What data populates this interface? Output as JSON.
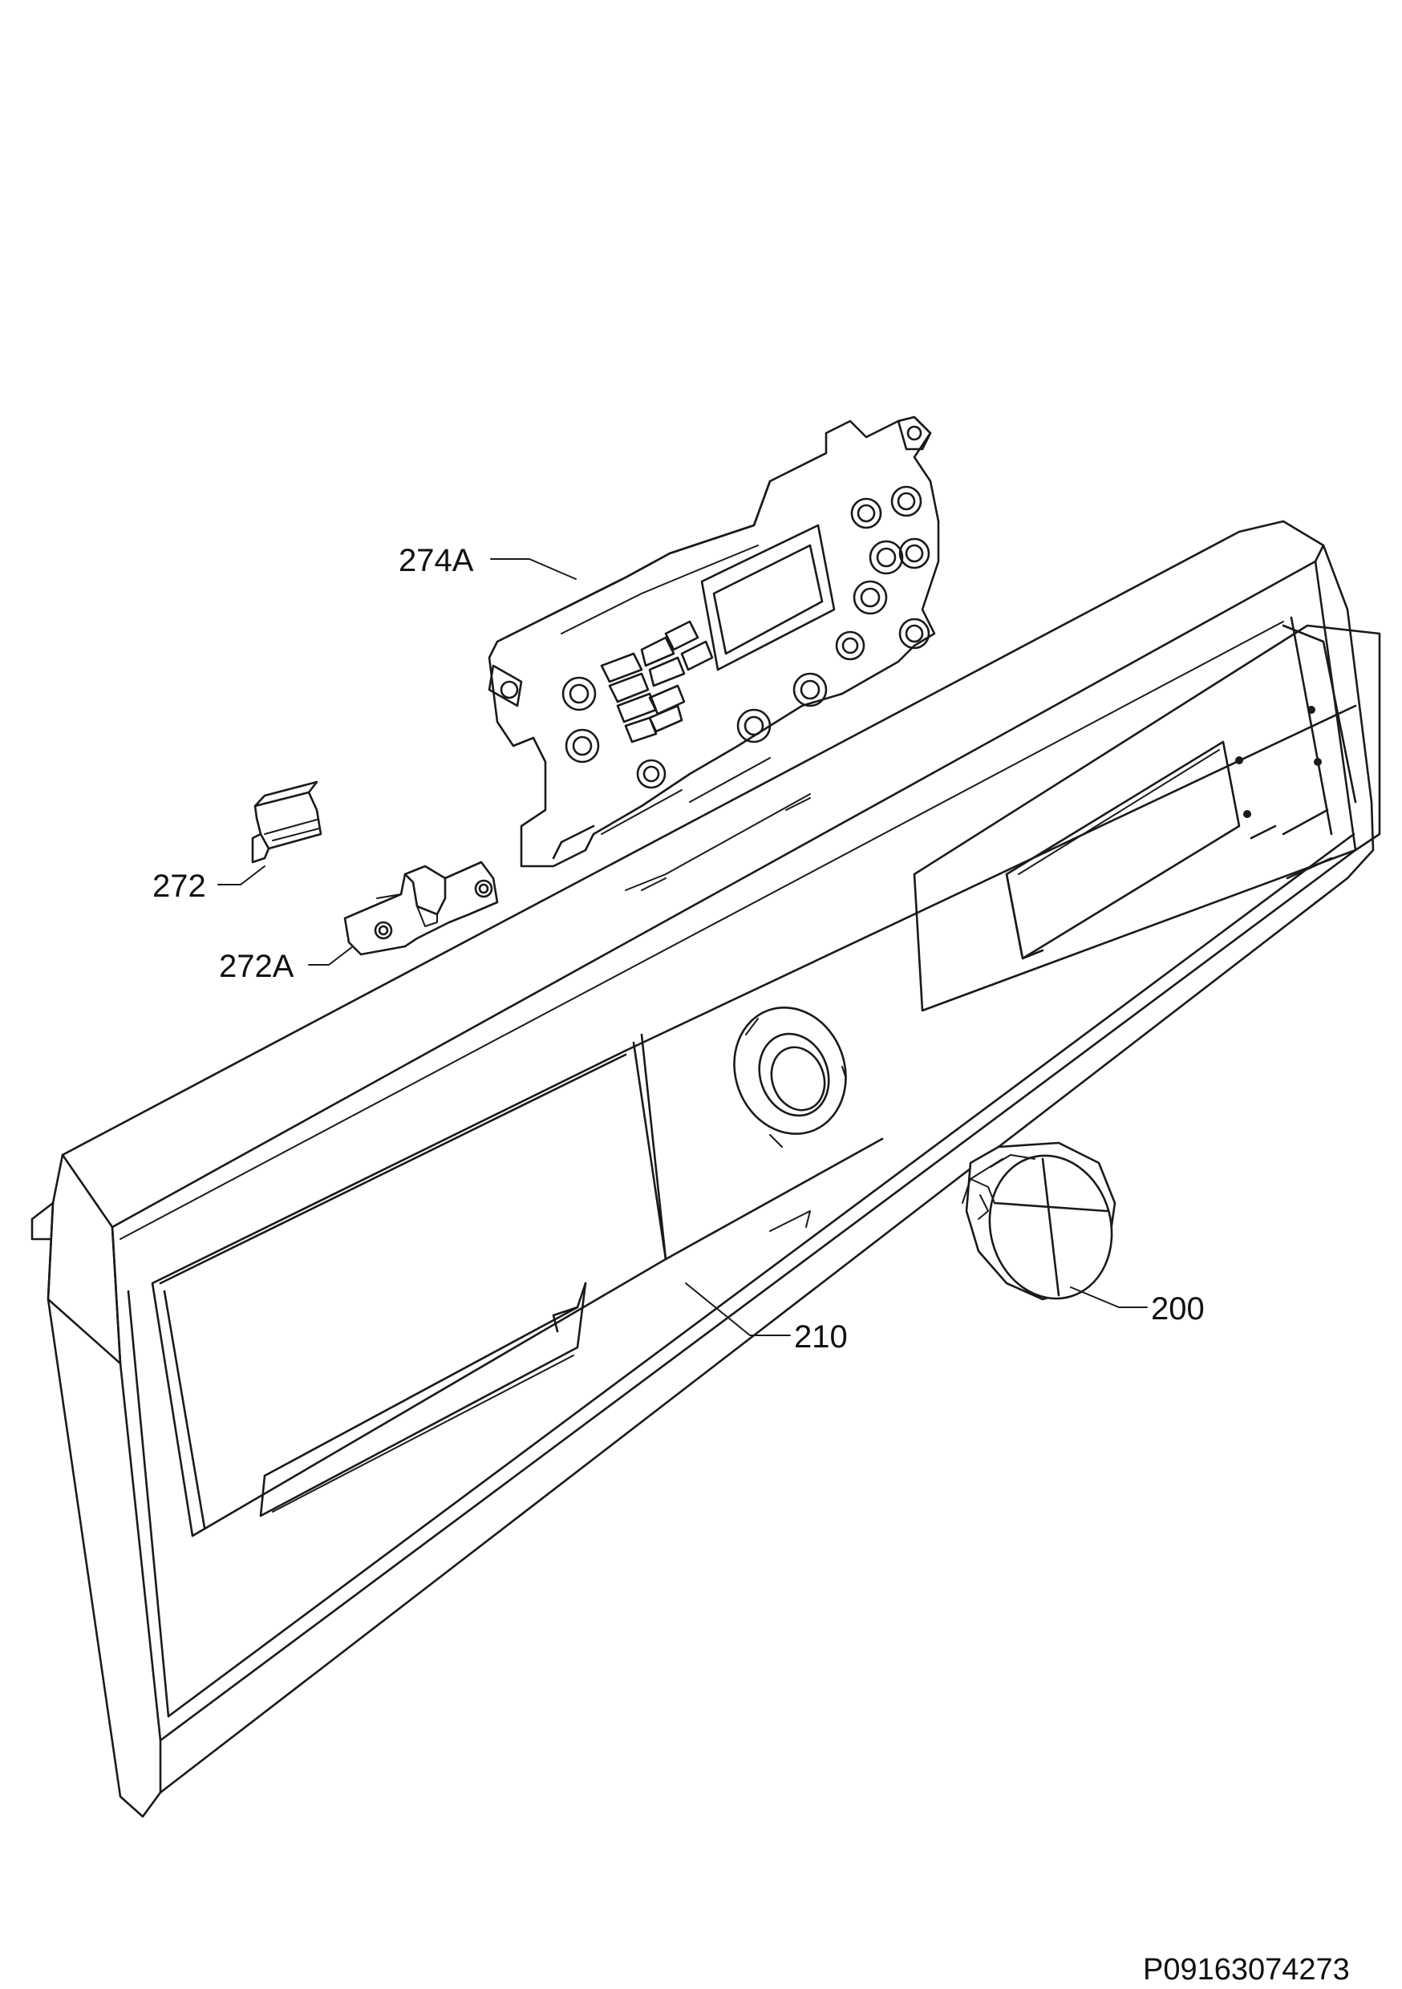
{
  "callouts": {
    "c274A": "274A",
    "c272": "272",
    "c272A": "272A",
    "c210": "210",
    "c200": "200"
  },
  "drawing_code": "P09163074273"
}
